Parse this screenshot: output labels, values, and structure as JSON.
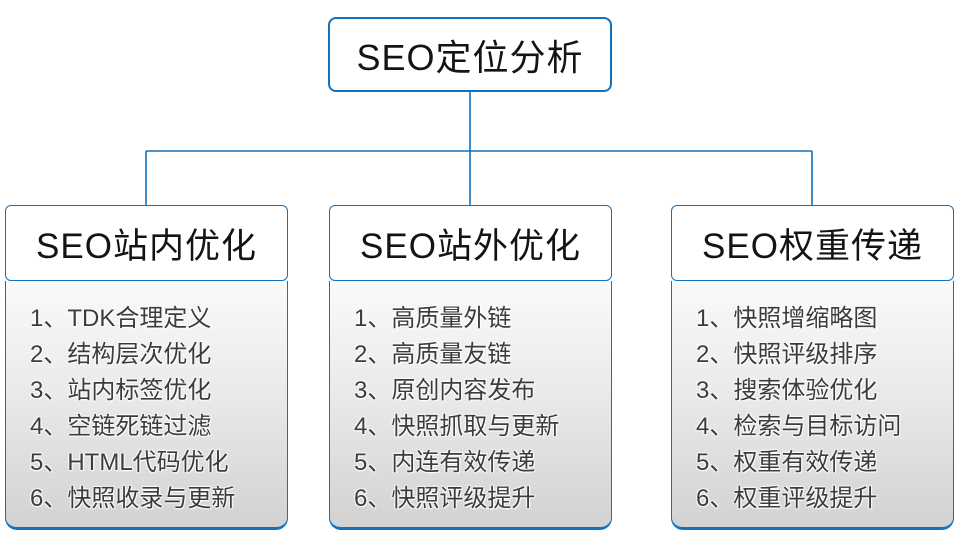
{
  "theme": {
    "accent_color": "#1272BE",
    "item_text_color": "#3c3c3c",
    "header_text_color": "#141414"
  },
  "root": {
    "title": "SEO定位分析"
  },
  "columns": [
    {
      "title": "SEO站内优化",
      "items": [
        "1、TDK合理定义",
        "2、结构层次优化",
        "3、站内标签优化",
        "4、空链死链过滤",
        "5、HTML代码优化",
        "6、快照收录与更新"
      ]
    },
    {
      "title": "SEO站外优化",
      "items": [
        "1、高质量外链",
        "2、高质量友链",
        "3、原创内容发布",
        "4、快照抓取与更新",
        "5、内连有效传递",
        "6、快照评级提升"
      ]
    },
    {
      "title": "SEO权重传递",
      "items": [
        "1、快照增缩略图",
        "2、快照评级排序",
        "3、搜索体验优化",
        "4、检索与目标访问",
        "5、权重有效传递",
        "6、权重评级提升"
      ]
    }
  ]
}
